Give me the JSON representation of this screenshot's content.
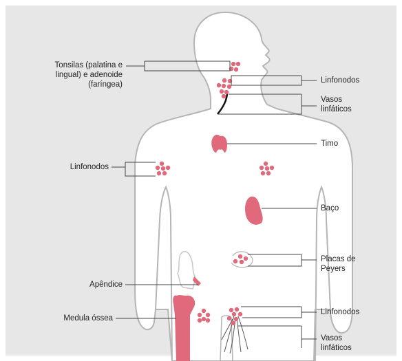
{
  "diagram": {
    "colors": {
      "panel": "#e7e7e7",
      "body": "#ffffff",
      "outline": "#b5b5b5",
      "organ": "#e06a7b",
      "leader": "#444444",
      "text": "#222222"
    },
    "labels": {
      "tonsils_line1": "Tonsilas (palatina e",
      "tonsils_line2": "lingual) e adenoide",
      "tonsils_line3": "(faríngea)",
      "lymph_nodes_neck": "Linfonodos",
      "lymph_vessels_neck_line1": "Vasos",
      "lymph_vessels_neck_line2": "linfáticos",
      "thymus": "Timo",
      "lymph_nodes_axillary": "Linfonodos",
      "spleen": "Baço",
      "peyers_line1": "Placas de",
      "peyers_line2": "Peyers",
      "appendix": "Apêndice",
      "bone_marrow": "Medula óssea",
      "lymph_nodes_inguinal": "Linfonodos",
      "lymph_vessels_leg_line1": "Vasos",
      "lymph_vessels_leg_line2": "linfáticos"
    }
  }
}
